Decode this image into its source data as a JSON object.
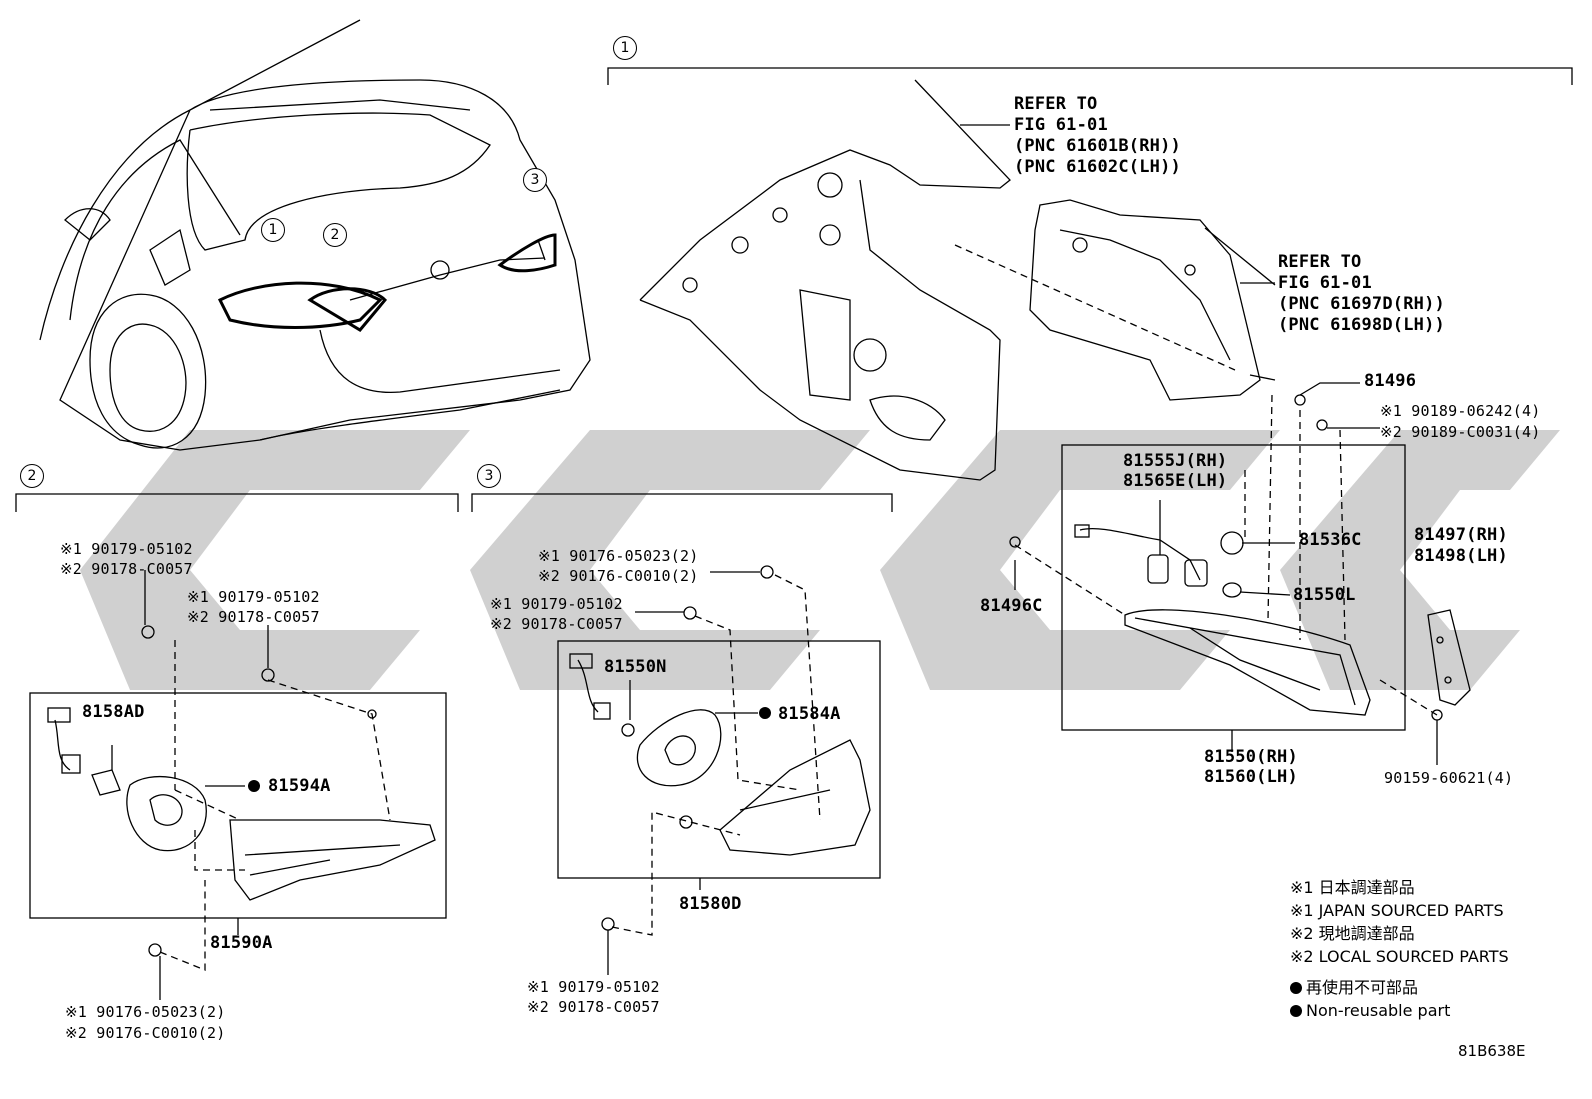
{
  "callouts": {
    "c1": "1",
    "c2": "2",
    "c3": "3",
    "car_c1": "1",
    "car_c2": "2",
    "car_c3": "3"
  },
  "refer_top": {
    "line1": "REFER TO",
    "line2": "FIG 61-01",
    "line3": "(PNC 61601B(RH))",
    "line4": "(PNC 61602C(LH))"
  },
  "refer_right": {
    "line1": "REFER TO",
    "line2": "FIG 61-01",
    "line3": "(PNC 61697D(RH))",
    "line4": "(PNC 61698D(LH))"
  },
  "parts": {
    "p81496": "81496",
    "p90189_1": "※1 90189-06242(4)",
    "p90189_2": "※2 90189-C0031(4)",
    "p81555": "81555J(RH)",
    "p81565": "81565E(LH)",
    "p81536": "81536C",
    "p81550L": "81550L",
    "p81496C": "81496C",
    "p81497": "81497(RH)",
    "p81498": "81498(LH)",
    "p81550rh": "81550(RH)",
    "p81560lh": "81560(LH)",
    "p90159": "90159-60621(4)",
    "s2_a1": "※1 90179-05102",
    "s2_a2": "※2 90178-C0057",
    "s2_b1": "※1 90179-05102",
    "s2_b2": "※2 90178-C0057",
    "p8158AD": "8158AD",
    "p81594A": "81594A",
    "p81590A": "81590A",
    "s2_c1": "※1 90176-05023(2)",
    "s2_c2": "※2 90176-C0010(2)",
    "s3_a1": "※1 90176-05023(2)",
    "s3_a2": "※2 90176-C0010(2)",
    "s3_b1": "※1 90179-05102",
    "s3_b2": "※2 90178-C0057",
    "p81550N": "81550N",
    "p81584A": "81584A",
    "p81580D": "81580D",
    "s3_c1": "※1 90179-05102",
    "s3_c2": "※2 90178-C0057"
  },
  "legend": {
    "l1": "※1 日本調達部品",
    "l2": "※1 JAPAN SOURCED PARTS",
    "l3": "※2 現地調達部品",
    "l4": "※2 LOCAL SOURCED PARTS",
    "l5": "再使用不可部品",
    "l6": "Non-reusable part"
  },
  "figure_id": "81B638E"
}
